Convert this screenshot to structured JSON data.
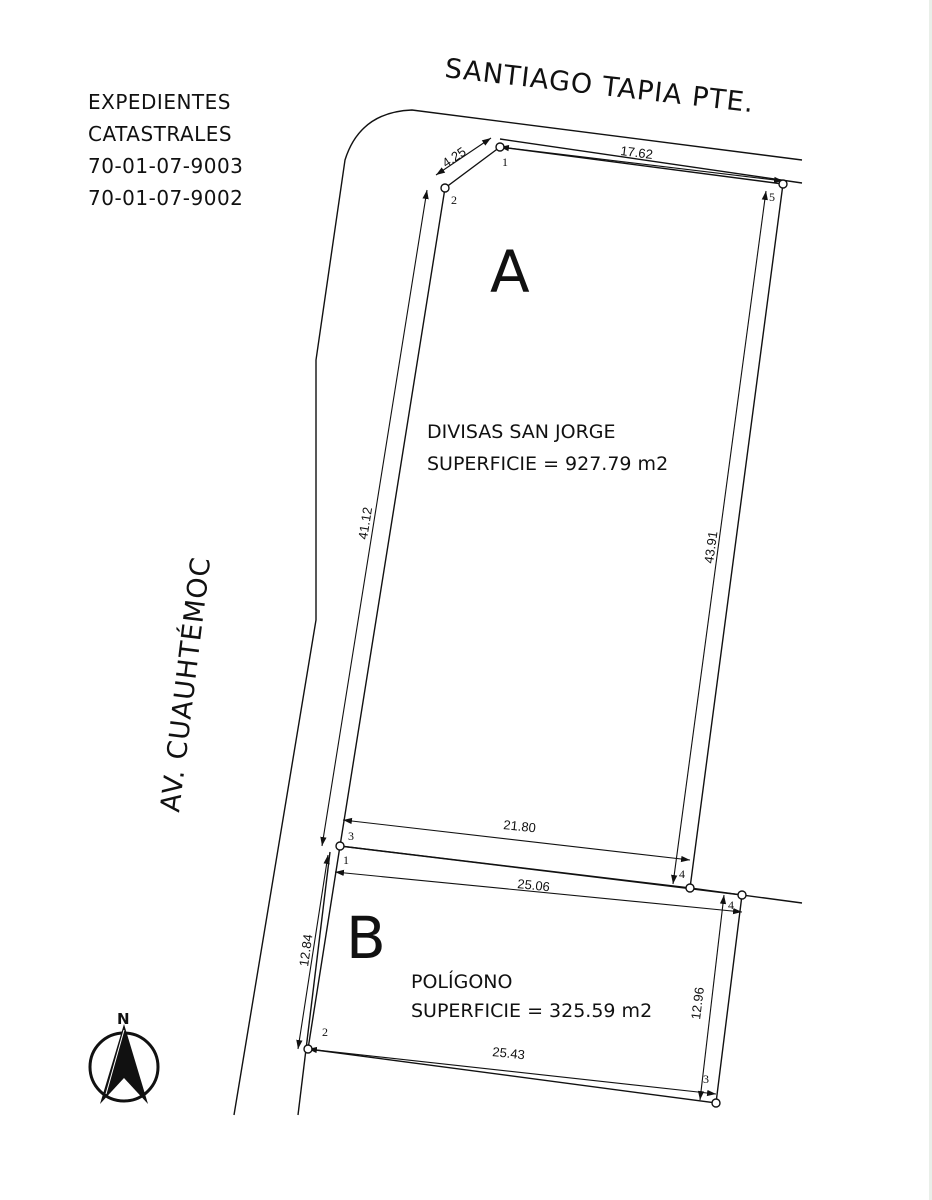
{
  "header": {
    "line1": "EXPEDIENTES",
    "line2": "CATASTRALES",
    "line3": "70-01-07-9003",
    "line4": "70-01-07-9002"
  },
  "streets": {
    "north": "SANTIAGO TAPIA PTE.",
    "west": "AV. CUAUHTÉMOC"
  },
  "lot_a": {
    "letter": "A",
    "name": "DIVISAS SAN JORGE",
    "area": "SUPERFICIE = 927.79 m2",
    "dimensions": {
      "d12": "4.25",
      "d15": "17.62",
      "d23": "41.12",
      "d34": "21.80",
      "d45": "43.91"
    },
    "vertices": [
      "1",
      "2",
      "3",
      "4",
      "5"
    ]
  },
  "lot_b": {
    "letter": "B",
    "name": "POLÍGONO",
    "area": "SUPERFICIE = 325.59 m2",
    "dimensions": {
      "d14": "25.06",
      "d12": "12.84",
      "d23": "25.43",
      "d34": "12.96"
    },
    "vertices": [
      "1",
      "2",
      "3",
      "4"
    ]
  },
  "north_arrow": {
    "label": "N",
    "icon": "north-arrow-icon"
  }
}
